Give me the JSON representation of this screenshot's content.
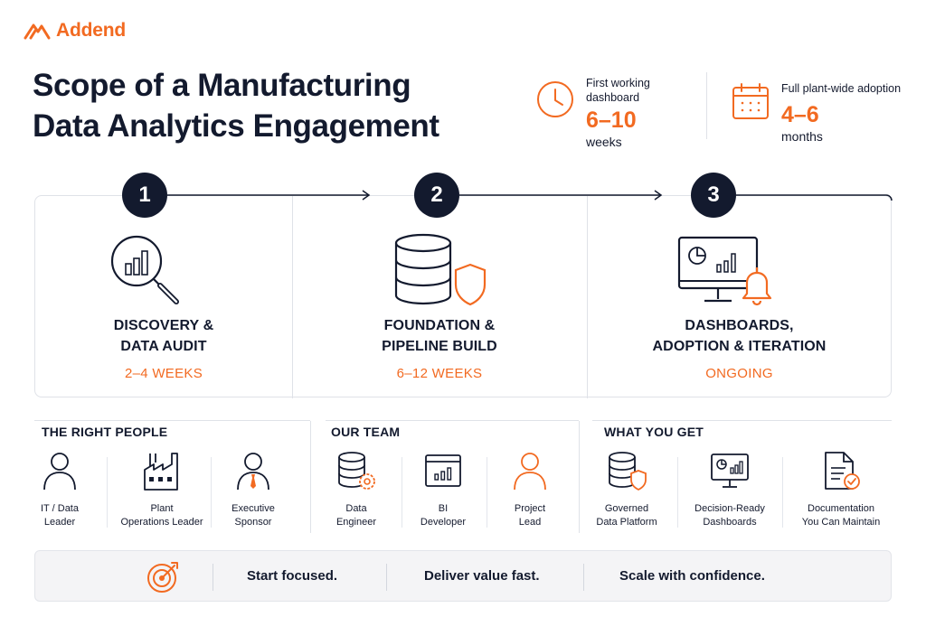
{
  "brand": {
    "name": "Addend",
    "accent": "#f26a21",
    "ink": "#131a2e",
    "logo_icon": "addend-logo-icon"
  },
  "title": {
    "line1": "Scope of a Manufacturing",
    "line2": "Data Analytics Engagement"
  },
  "stats": [
    {
      "icon": "clock-icon",
      "label_line1": "First working",
      "label_line2": "dashboard",
      "value": "6–10",
      "unit": "weeks"
    },
    {
      "icon": "calendar-icon",
      "label": "Full plant-wide adoption",
      "value": "4–6",
      "unit": "months"
    }
  ],
  "phases": [
    {
      "number": "1",
      "icon": "magnifier-chart-icon",
      "name_line1": "DISCOVERY &",
      "name_line2": "DATA AUDIT",
      "duration": "2–4 WEEKS"
    },
    {
      "number": "2",
      "icon": "database-shield-icon",
      "name_line1": "FOUNDATION &",
      "name_line2": "PIPELINE BUILD",
      "duration": "6–12 WEEKS"
    },
    {
      "number": "3",
      "icon": "monitor-bell-icon",
      "name_line1": "DASHBOARDS,",
      "name_line2": "ADOPTION & ITERATION",
      "duration": "ONGOING"
    }
  ],
  "sections": {
    "right_people": {
      "title": "THE RIGHT PEOPLE",
      "items": [
        {
          "icon": "person-icon",
          "line1": "IT / Data",
          "line2": "Leader"
        },
        {
          "icon": "factory-icon",
          "line1": "Plant",
          "line2": "Operations Leader"
        },
        {
          "icon": "executive-icon",
          "line1": "Executive",
          "line2": "Sponsor"
        }
      ]
    },
    "our_team": {
      "title": "OUR TEAM",
      "items": [
        {
          "icon": "database-gear-icon",
          "line1": "Data",
          "line2": "Engineer"
        },
        {
          "icon": "browser-chart-icon",
          "line1": "BI",
          "line2": "Developer"
        },
        {
          "icon": "person-orange-icon",
          "line1": "Project",
          "line2": "Lead"
        }
      ]
    },
    "what_you_get": {
      "title": "WHAT YOU GET",
      "items": [
        {
          "icon": "database-shield-small-icon",
          "line1": "Governed",
          "line2": "Data Platform"
        },
        {
          "icon": "monitor-chart-icon",
          "line1": "Decision-Ready",
          "line2": "Dashboards"
        },
        {
          "icon": "document-check-icon",
          "line1": "Documentation",
          "line2": "You Can Maintain"
        }
      ]
    }
  },
  "footer": {
    "icon": "target-icon",
    "messages": [
      "Start focused.",
      "Deliver value fast.",
      "Scale with confidence."
    ]
  }
}
